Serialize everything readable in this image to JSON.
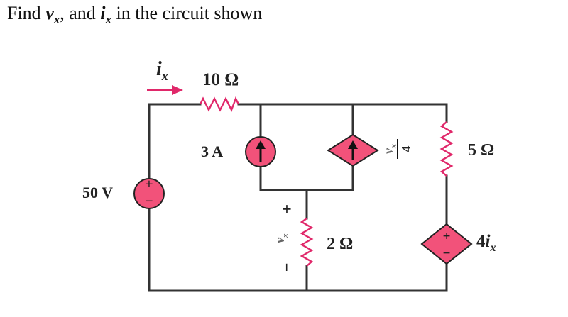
{
  "problem": {
    "prefix": "Find ",
    "v_sym": "v",
    "v_sub": "x",
    "mid": ", and ",
    "i_sym": "i",
    "i_sub": "x",
    "suffix": " in the circuit shown"
  },
  "circuit": {
    "current_label": {
      "sym": "i",
      "sub": "x"
    },
    "r1": "10 Ω",
    "voltage_source": "50 V",
    "current_source": "3 A",
    "dep_current_source": {
      "num": "v",
      "num_sub": "x",
      "den": "4"
    },
    "r2": "2 Ω",
    "vx_label": {
      "sym": "v",
      "sub": "x",
      "plus": "+",
      "minus": "−"
    },
    "r3": "5 Ω",
    "dep_voltage_source": {
      "coef": "4",
      "sym": "i",
      "sub": "x"
    },
    "source_plus": "+",
    "source_minus": "−"
  },
  "colors": {
    "element": "#f2527a",
    "resistor": "#e0286a",
    "arrow": "#e0286a",
    "wire": "#333333"
  }
}
